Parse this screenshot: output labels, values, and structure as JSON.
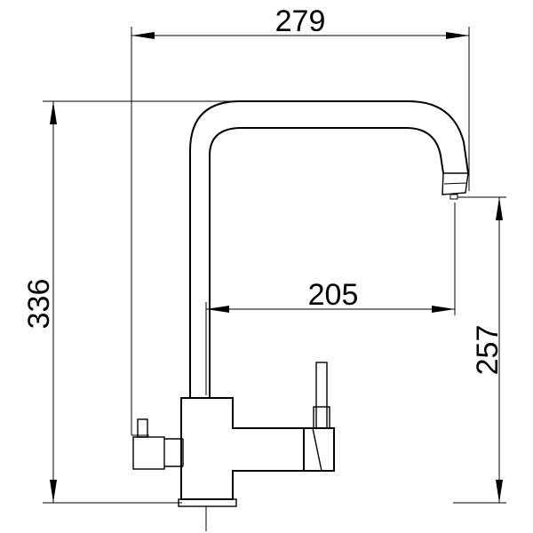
{
  "dimensions": {
    "overall_width": "279",
    "overall_height": "336",
    "spout_reach": "205",
    "spout_height": "257"
  }
}
